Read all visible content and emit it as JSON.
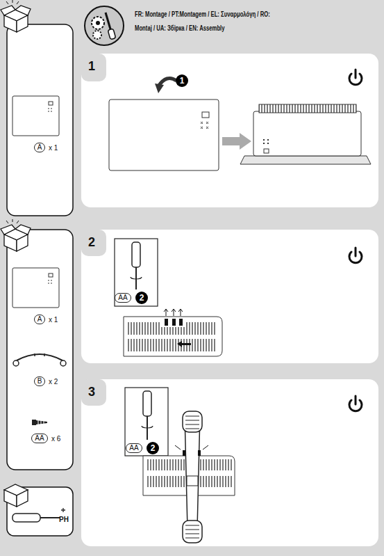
{
  "diagram": {
    "title": "FR: Montage / PT:Montagem / EL: Συναρμολόγη / RO: Montaj / UA: Збірка / EN: Assembly",
    "nodes": [
      {
        "text": [
          "1"
        ]
      },
      {
        "text": [
          "2"
        ]
      },
      {
        "text": [
          "3"
        ]
      }
    ],
    "labels": [
      "A",
      "x 1",
      "A",
      "x 1",
      "B",
      "x 2",
      "AA",
      "x 6",
      "PH",
      "1",
      "AA",
      "2",
      "AA",
      "2"
    ]
  }
}
